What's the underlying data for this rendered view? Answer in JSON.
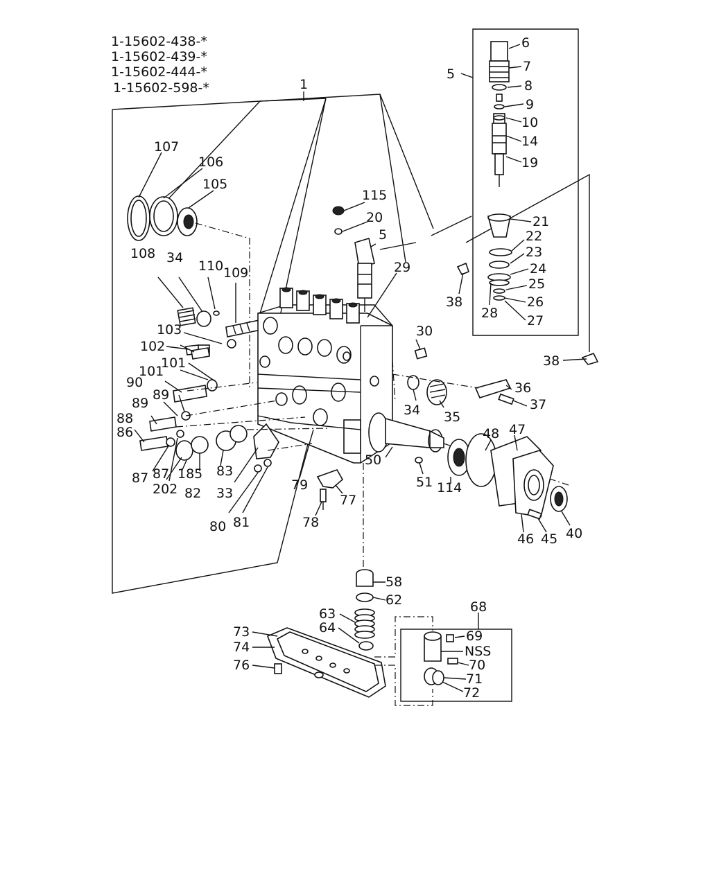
{
  "header": {
    "part_numbers": [
      "1-15602-438-*",
      "1-15602-439-*",
      "1-15602-444-*",
      "1-15602-598-*"
    ]
  },
  "labels": [
    {
      "id": "1",
      "text": "1"
    },
    {
      "id": "5a",
      "text": "5"
    },
    {
      "id": "6",
      "text": "6"
    },
    {
      "id": "7",
      "text": "7"
    },
    {
      "id": "8",
      "text": "8"
    },
    {
      "id": "9",
      "text": "9"
    },
    {
      "id": "10",
      "text": "10"
    },
    {
      "id": "14",
      "text": "14"
    },
    {
      "id": "19",
      "text": "19"
    },
    {
      "id": "21",
      "text": "21"
    },
    {
      "id": "22",
      "text": "22"
    },
    {
      "id": "23",
      "text": "23"
    },
    {
      "id": "24",
      "text": "24"
    },
    {
      "id": "25",
      "text": "25"
    },
    {
      "id": "26",
      "text": "26"
    },
    {
      "id": "27",
      "text": "27"
    },
    {
      "id": "28",
      "text": "28"
    },
    {
      "id": "38a",
      "text": "38"
    },
    {
      "id": "38b",
      "text": "38"
    },
    {
      "id": "107",
      "text": "107"
    },
    {
      "id": "106",
      "text": "106"
    },
    {
      "id": "105",
      "text": "105"
    },
    {
      "id": "115",
      "text": "115"
    },
    {
      "id": "20",
      "text": "20"
    },
    {
      "id": "5b",
      "text": "5"
    },
    {
      "id": "108",
      "text": "108"
    },
    {
      "id": "34a",
      "text": "34"
    },
    {
      "id": "110",
      "text": "110"
    },
    {
      "id": "109",
      "text": "109"
    },
    {
      "id": "29",
      "text": "29"
    },
    {
      "id": "103",
      "text": "103"
    },
    {
      "id": "102",
      "text": "102"
    },
    {
      "id": "30",
      "text": "30"
    },
    {
      "id": "101a",
      "text": "101"
    },
    {
      "id": "101b",
      "text": "101"
    },
    {
      "id": "90",
      "text": "90"
    },
    {
      "id": "89a",
      "text": "89"
    },
    {
      "id": "89b",
      "text": "89"
    },
    {
      "id": "88",
      "text": "88"
    },
    {
      "id": "86",
      "text": "86"
    },
    {
      "id": "36",
      "text": "36"
    },
    {
      "id": "37",
      "text": "37"
    },
    {
      "id": "34b",
      "text": "34"
    },
    {
      "id": "35",
      "text": "35"
    },
    {
      "id": "48",
      "text": "48"
    },
    {
      "id": "47",
      "text": "47"
    },
    {
      "id": "50",
      "text": "50"
    },
    {
      "id": "51",
      "text": "51"
    },
    {
      "id": "114",
      "text": "114"
    },
    {
      "id": "87a",
      "text": "87"
    },
    {
      "id": "87b",
      "text": "87"
    },
    {
      "id": "185",
      "text": "185"
    },
    {
      "id": "202",
      "text": "202"
    },
    {
      "id": "82",
      "text": "82"
    },
    {
      "id": "83",
      "text": "83"
    },
    {
      "id": "33",
      "text": "33"
    },
    {
      "id": "79",
      "text": "79"
    },
    {
      "id": "77",
      "text": "77"
    },
    {
      "id": "78",
      "text": "78"
    },
    {
      "id": "80",
      "text": "80"
    },
    {
      "id": "81",
      "text": "81"
    },
    {
      "id": "46",
      "text": "46"
    },
    {
      "id": "45",
      "text": "45"
    },
    {
      "id": "40",
      "text": "40"
    },
    {
      "id": "58",
      "text": "58"
    },
    {
      "id": "62",
      "text": "62"
    },
    {
      "id": "68",
      "text": "68"
    },
    {
      "id": "63",
      "text": "63"
    },
    {
      "id": "64",
      "text": "64"
    },
    {
      "id": "69",
      "text": "69"
    },
    {
      "id": "73",
      "text": "73"
    },
    {
      "id": "74",
      "text": "74"
    },
    {
      "id": "NSS",
      "text": "NSS"
    },
    {
      "id": "70",
      "text": "70"
    },
    {
      "id": "76",
      "text": "76"
    },
    {
      "id": "71",
      "text": "71"
    },
    {
      "id": "72",
      "text": "72"
    }
  ]
}
